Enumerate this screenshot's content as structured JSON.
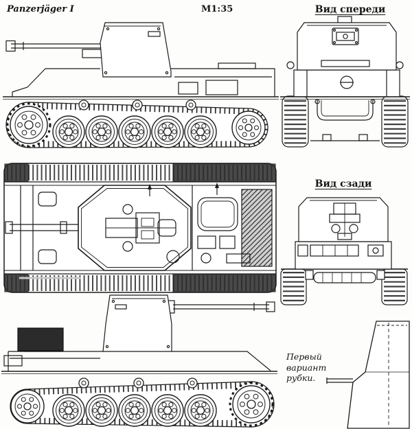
{
  "labels": {
    "title": "Panzerjäger I",
    "scale": "М1:35",
    "front_view": "Вид спереди",
    "rear_view": "Вид сзади",
    "variant_note": [
      "Первый",
      "вариант",
      "рубки."
    ]
  },
  "drawing": {
    "ink_color": "#1b1b1b",
    "paper_color": "#fdfdfb",
    "dark_fill": "#2b2b2b"
  }
}
